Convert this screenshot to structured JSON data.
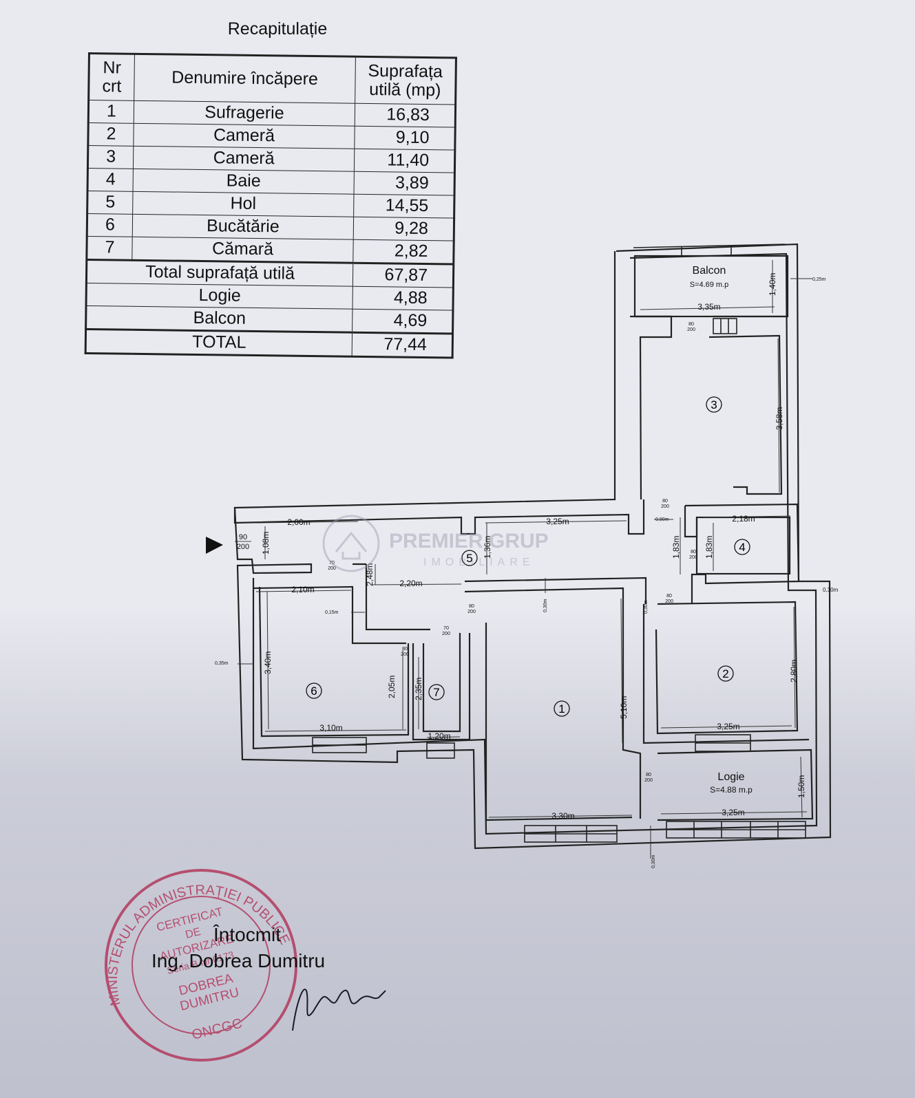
{
  "recap": {
    "title": "Recapitulație",
    "headers": {
      "nr": "Nr crt",
      "name": "Denumire încăpere",
      "area": "Suprafața utilă (mp)"
    },
    "rows": [
      {
        "nr": "1",
        "name": "Sufragerie",
        "area": "16,83"
      },
      {
        "nr": "2",
        "name": "Cameră",
        "area": "9,10"
      },
      {
        "nr": "3",
        "name": "Cameră",
        "area": "11,40"
      },
      {
        "nr": "4",
        "name": "Baie",
        "area": "3,89"
      },
      {
        "nr": "5",
        "name": "Hol",
        "area": "14,55"
      },
      {
        "nr": "6",
        "name": "Bucătărie",
        "area": "9,28"
      },
      {
        "nr": "7",
        "name": "Cămară",
        "area": "2,82"
      }
    ],
    "totals": [
      {
        "name": "Total suprafață utilă",
        "area": "67,87"
      },
      {
        "name": "Logie",
        "area": "4,88"
      },
      {
        "name": "Balcon",
        "area": "4,69"
      },
      {
        "name": "TOTAL",
        "area": "77,44"
      }
    ]
  },
  "plan": {
    "balcon": {
      "label": "Balcon",
      "area": "S=4.69 m.p"
    },
    "logie": {
      "label": "Logie",
      "area": "S=4.88 m.p"
    },
    "room_numbers": [
      "1",
      "2",
      "3",
      "4",
      "5",
      "6",
      "7"
    ],
    "dimensions": {
      "d_3_35": "3,35m",
      "d_1_40": "1,40m",
      "d_0_25": "0,25m",
      "d_3_58": "3,58m",
      "d_2_18": "2,18m",
      "d_1_83a": "1,83m",
      "d_1_83b": "1,83m",
      "d_0_30a": "0,30m",
      "d_2_80": "2,80m",
      "d_3_25a": "3,25m",
      "d_3_25b": "3,25m",
      "d_1_50": "1,50m",
      "d_3_25c": "3,25m",
      "d_3_30": "3,30m",
      "d_5_10": "5,10m",
      "d_0_30b": "0,30m",
      "d_0_30c": "0,30m",
      "d_1_36": "1,36m",
      "d_2_00": "2,00m",
      "d_1_08": "1,08m",
      "d_2_10": "2,10m",
      "d_2_20": "2,20m",
      "d_2_48": "2,48m",
      "d_0_15": "0,15m",
      "d_3_40": "3,40m",
      "d_0_35": "0,35m",
      "d_2_05": "2,05m",
      "d_2_35": "2,35m",
      "d_3_10": "3,10m",
      "d_1_20": "1,20m",
      "d_0_90": "0,90m",
      "d_0_30d": "0,30m"
    },
    "doors": {
      "entry_top": "90",
      "entry_bot": "200",
      "d80_top": "80",
      "d80_bot": "200",
      "d70_top": "70",
      "d70_bot": "200"
    }
  },
  "watermark": {
    "brand": "PREMIER GRUP",
    "sub": "IMOBILIARE"
  },
  "stamp": {
    "ring": "MINISTERUL ADMINISTRAȚIEI PUBLICE",
    "lines": [
      "CERTIFICAT",
      "DE",
      "AUTORIZARE",
      "Seria B Nr 0173",
      "DOBREA",
      "DUMITRU",
      "ONCGC"
    ]
  },
  "signature": {
    "line1": "Întocmit",
    "line2": "Ing. Dobrea Dumitru"
  }
}
